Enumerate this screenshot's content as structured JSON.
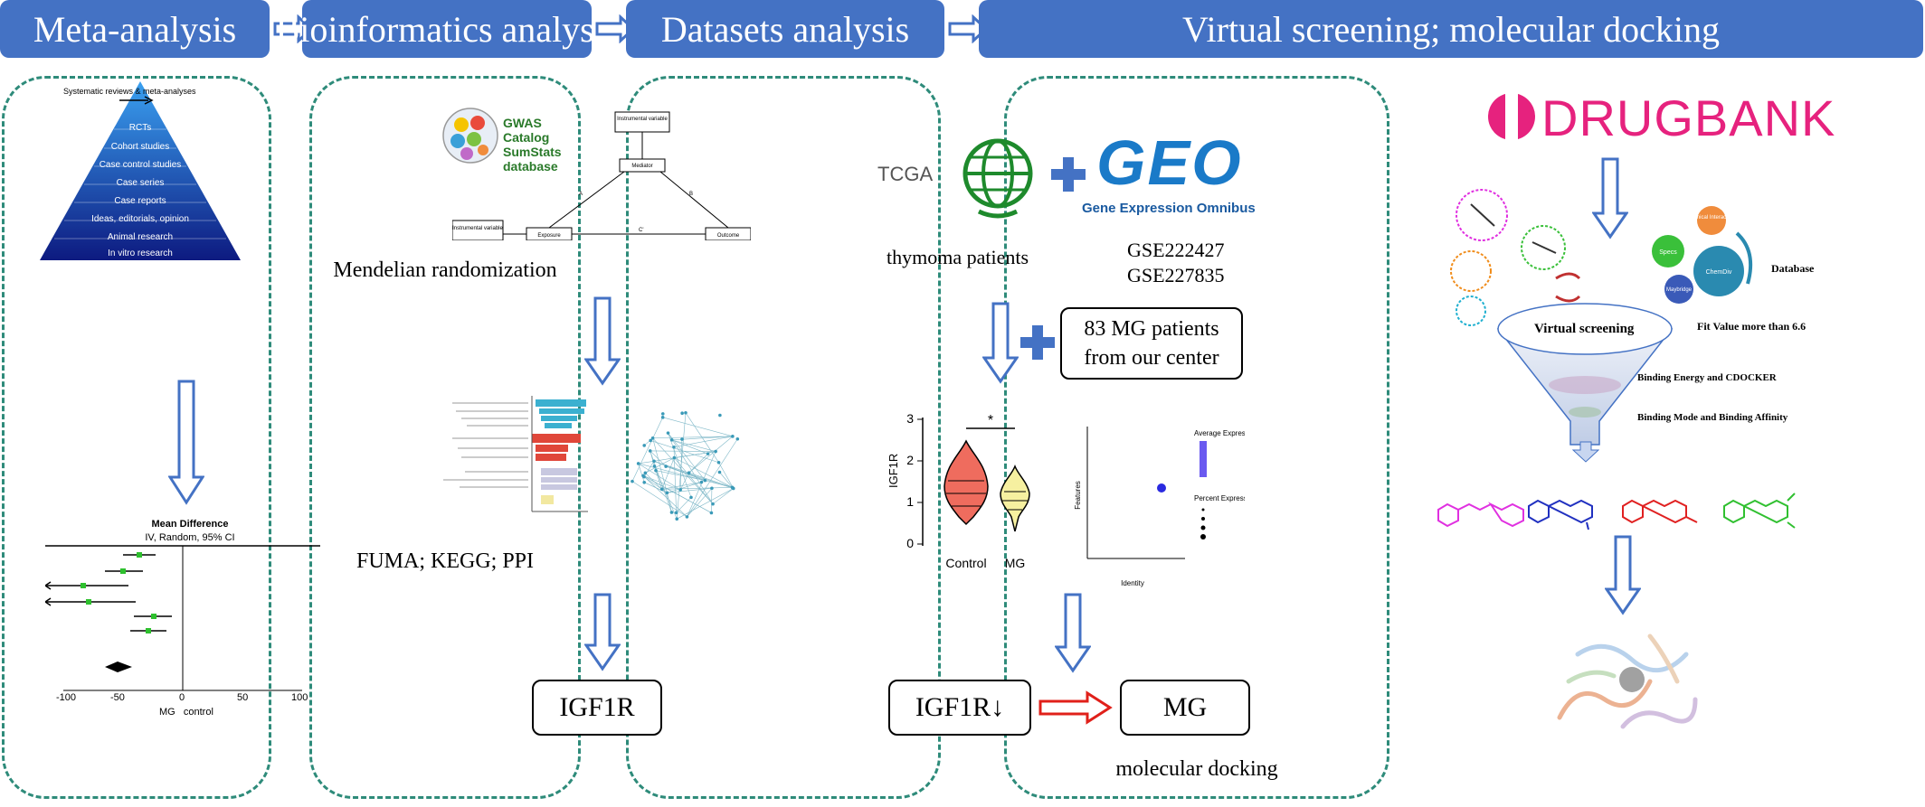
{
  "headers": {
    "meta": "Meta-analysis",
    "bio": "Bioinformatics analysis",
    "datasets": "Datasets analysis",
    "vs": "Virtual screening; molecular docking"
  },
  "meta_panel": {
    "pyramid_intro": "Systematic reviews & meta-analyses",
    "pyramid_levels": [
      "RCTs",
      "Cohort studies",
      "Case control studies",
      "Case series",
      "Case reports",
      "Ideas, editorials, opinion",
      "Animal research",
      "In vitro research"
    ],
    "forest": {
      "title1": "Mean Difference",
      "title2": "IV, Random, 95% CI",
      "ticks": [
        "-100",
        "-50",
        "0",
        "50",
        "100"
      ],
      "xlabel": "MG   control"
    }
  },
  "bio_panel": {
    "gwas": "GWAS Catalog SumStats database",
    "mr_nodes": {
      "top": "Instrumental variable",
      "mediator": "Mediator",
      "left": "Instrumental variable",
      "exposure": "Exposure",
      "outcome": "Outcome",
      "a": "A",
      "b": "B",
      "c": "C'"
    },
    "mendelian": "Mendelian randomization",
    "fuma": "FUMA; KEGG; PPI",
    "igf1r": "IGF1R"
  },
  "data_panel": {
    "tcga": "TCGA",
    "geo": "GEO",
    "geo_sub": "Gene Expression Omnibus",
    "thymoma": "thymoma patients",
    "gse1": "GSE222427",
    "gse2": "GSE227835",
    "mg_patients_1": "83 MG patients",
    "mg_patients_2": "from our center",
    "violin": {
      "ylabel": "IGF1R",
      "yticks": [
        "0",
        "1",
        "2",
        "3"
      ],
      "categories": [
        "Control",
        "MG"
      ],
      "sig": "*"
    },
    "dot": {
      "legend_title": "Average Expression",
      "legend2": "Percent Expressed",
      "ylabel": "Features",
      "xlabel": "Identity"
    },
    "igf1r_down": "IGF1R↓",
    "mg": "MG"
  },
  "vs_panel": {
    "drugbank": "DRUGBANK",
    "chem_labels": [
      "Chemical Interactions",
      "Specs",
      "ChemDiv",
      "Maybridge"
    ],
    "database": "Database",
    "virtual_screening": "Virtual screening",
    "fit_value": "Fit Value more than 6.6",
    "binding_energy": "Binding Energy and CDOCKER",
    "binding_mode": "Binding Mode and  Binding Affinity",
    "molecular_docking": "molecular docking"
  },
  "colors": {
    "header": "#4472c4",
    "panel_border": "#2e8b7a",
    "arrow": "#4472c4",
    "red_arrow": "#e0201a",
    "drugbank": "#e6227e"
  }
}
